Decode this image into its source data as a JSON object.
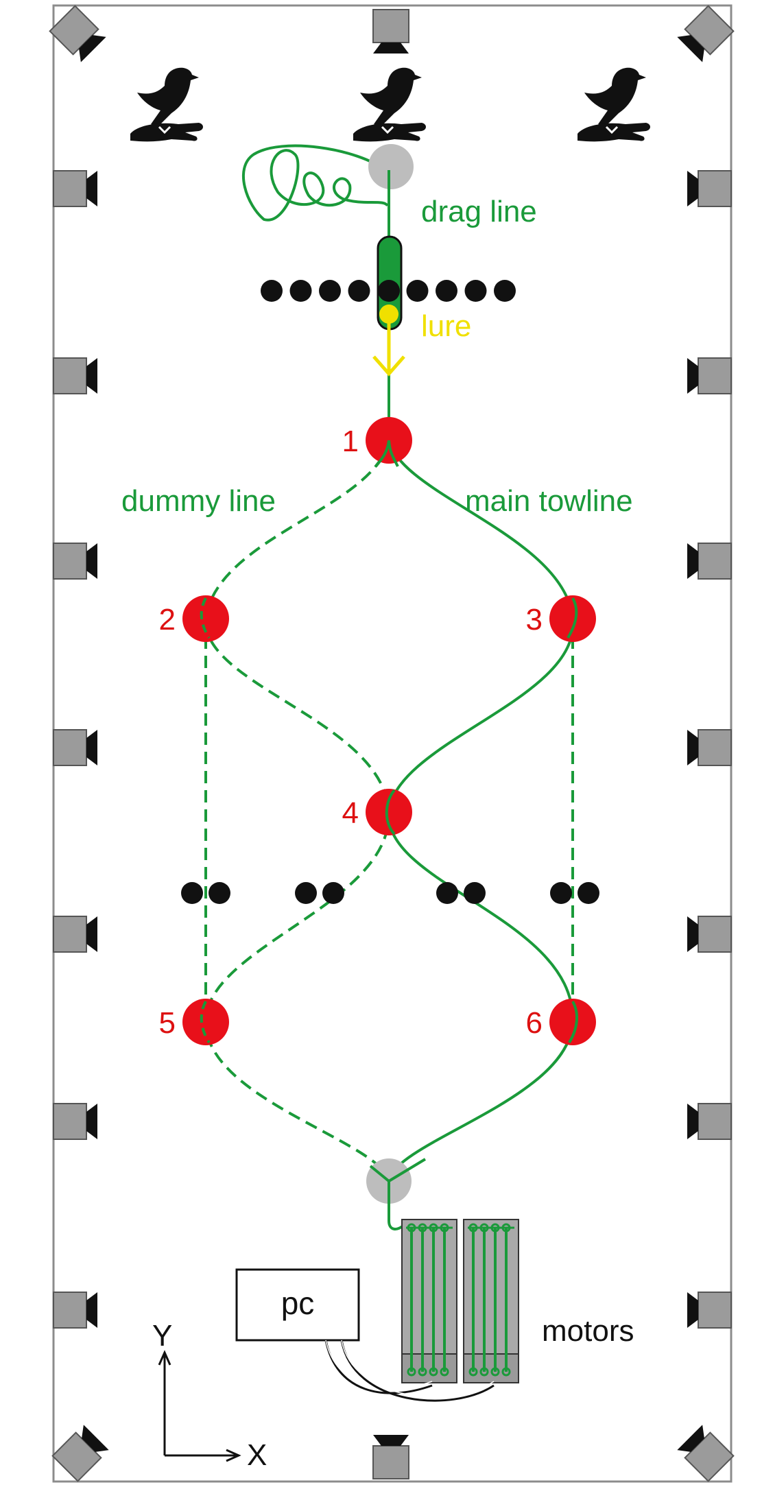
{
  "colors": {
    "towline": "#1a9a3a",
    "lure": "#f0e000",
    "waypoint": "#e8101a",
    "waypoint_label": "#dd1111",
    "pulley": "#bdbdbd",
    "camera": "#9b9b9b",
    "frame": "#8c8c8c",
    "obstacle": "#111111"
  },
  "labels": {
    "drag_line": "drag line",
    "lure": "lure",
    "dummy_line": "dummy line",
    "main_towline": "main towline",
    "motors": "motors",
    "pc": "pc",
    "axis_y": "Y",
    "axis_x": "X"
  },
  "waypoints": [
    {
      "id": "wp-1",
      "label": "1"
    },
    {
      "id": "wp-2",
      "label": "2"
    },
    {
      "id": "wp-3",
      "label": "3"
    },
    {
      "id": "wp-4",
      "label": "4"
    },
    {
      "id": "wp-5",
      "label": "5"
    },
    {
      "id": "wp-6",
      "label": "6"
    }
  ],
  "icons": {
    "hawk": "hawk-on-hand-icon",
    "camera": "camera-icon",
    "pulley": "pulley-icon",
    "motor": "motor-unit-icon",
    "computer": "pc-box"
  }
}
